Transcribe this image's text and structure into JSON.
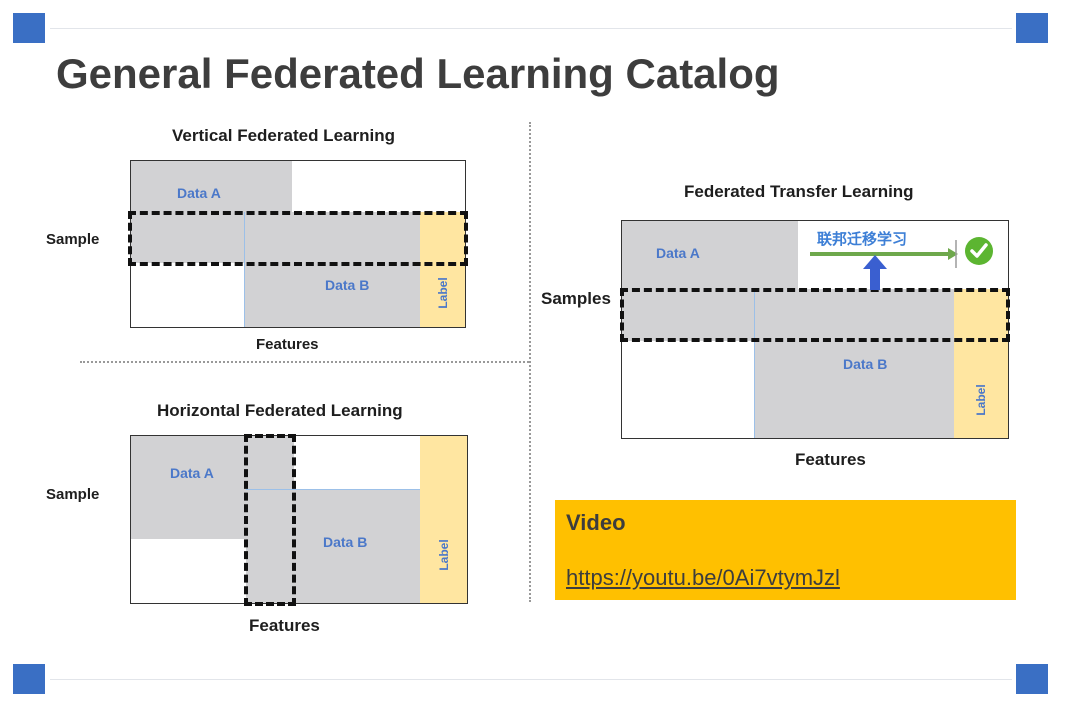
{
  "title": "General Federated Learning Catalog",
  "vertical": {
    "title": "Vertical Federated Learning",
    "sample_label": "Sample",
    "features_label": "Features",
    "data_a": "Data A",
    "data_b": "Data B",
    "label": "Label"
  },
  "horizontal": {
    "title": "Horizontal Federated Learning",
    "sample_label": "Sample",
    "features_label": "Features",
    "data_a": "Data A",
    "data_b": "Data B",
    "label": "Label"
  },
  "transfer": {
    "title": "Federated Transfer Learning",
    "samples_label": "Samples",
    "features_label": "Features",
    "data_a": "Data A",
    "data_b": "Data B",
    "label": "Label",
    "transfer_text": "联邦迁移学习",
    "check_icon": "check-circle-icon"
  },
  "video": {
    "title": "Video",
    "link": "https://youtu.be/0Ai7vtymJzl"
  },
  "colors": {
    "accent_blue": "#3a6fc4",
    "data_text": "#4b78c9",
    "label_gold": "#ffe6a1",
    "video_bg": "#ffc000",
    "check_green": "#5cb531"
  }
}
